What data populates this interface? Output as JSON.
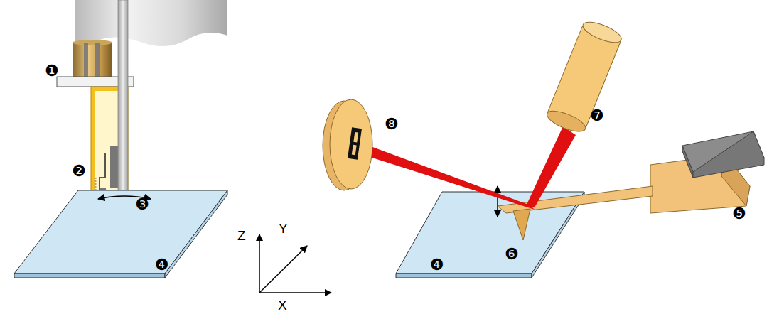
{
  "diagram": {
    "labels": [
      "❶",
      "❷",
      "❸",
      "❹",
      "Z",
      "Y",
      "X",
      "❽",
      "❼",
      "❺",
      "❻",
      "❹"
    ]
  }
}
